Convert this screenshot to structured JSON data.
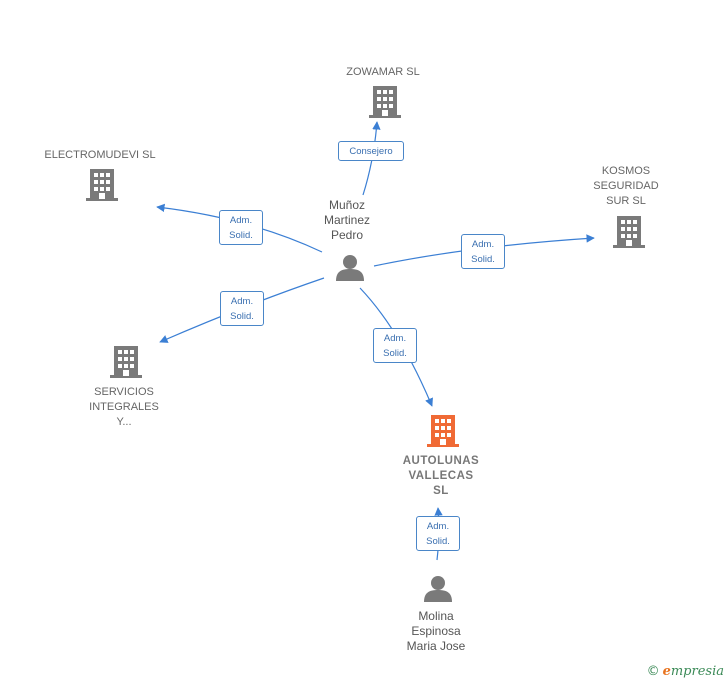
{
  "nodes": {
    "zowamar": {
      "label": "ZOWAMAR SL",
      "icon": "building-icon"
    },
    "electromudevi": {
      "label": "ELECTROMUDEVI SL",
      "icon": "building-icon"
    },
    "kosmos": {
      "label": "KOSMOS\nSEGURIDAD\nSUR  SL",
      "icon": "building-icon"
    },
    "servicios": {
      "label": "SERVICIOS\nINTEGRALES\nY...",
      "icon": "building-icon"
    },
    "autolunas": {
      "label": "AUTOLUNAS\nVALLECAS\nSL",
      "icon": "building-icon",
      "color": "#f06a35"
    },
    "munoz": {
      "label": "Muñoz\nMartinez\nPedro",
      "icon": "person-icon"
    },
    "molina": {
      "label": "Molina\nEspinosa\nMaria Jose",
      "icon": "person-icon"
    }
  },
  "relations": {
    "munoz_zowamar": "Consejero",
    "munoz_electromudevi": "Adm.\nSolid.",
    "munoz_kosmos": "Adm.\nSolid.",
    "munoz_servicios": "Adm.\nSolid.",
    "munoz_autolunas": "Adm.\nSolid.",
    "molina_autolunas": "Adm.\nSolid."
  },
  "colors": {
    "edge": "#3b7fd4",
    "building": "#7a7a7a",
    "focus": "#f06a35",
    "person": "#7a7a7a"
  },
  "footer": {
    "copyright": "©",
    "brand_initial": "e",
    "brand_rest": "mpresia"
  }
}
